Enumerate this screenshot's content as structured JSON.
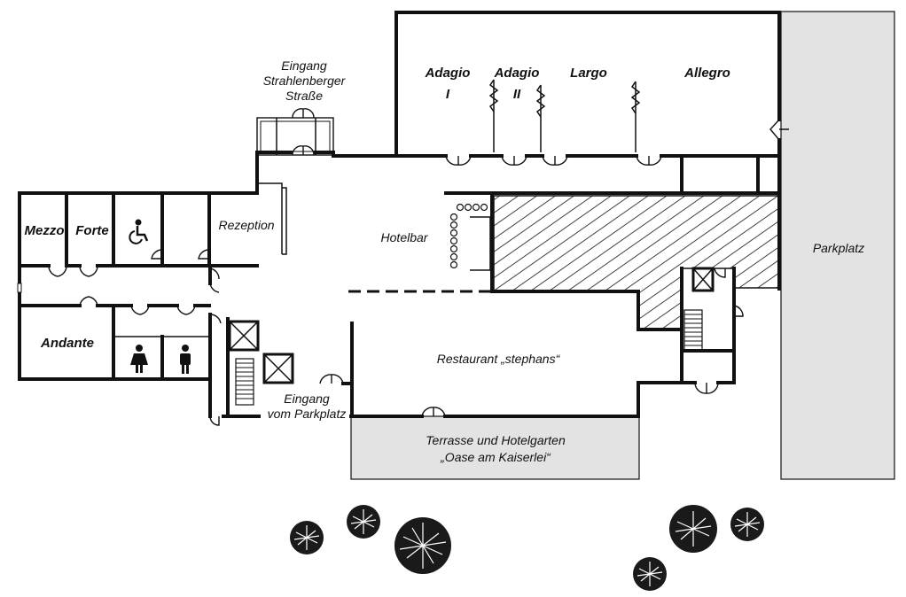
{
  "rooms": {
    "adagio1": "Adagio",
    "adagio1_num": "I",
    "adagio2": "Adagio",
    "adagio2_num": "II",
    "largo": "Largo",
    "allegro": "Allegro",
    "mezzo": "Mezzo",
    "forte": "Forte",
    "rezeption": "Rezeption",
    "hotelbar": "Hotelbar",
    "andante": "Andante",
    "restaurant": "Restaurant „stephans“",
    "terrasse_1": "Terrasse und Hotelgarten",
    "terrasse_2": "„Oase am Kaiserlei“",
    "parkplatz": "Parkplatz"
  },
  "entrances": {
    "north_1": "Eingang",
    "north_2": "Strahlenberger",
    "north_3": "Straße",
    "south_1": "Eingang",
    "south_2": "vom Parkplatz"
  },
  "icons": [
    "wheelchair-icon",
    "female-wc-icon",
    "male-wc-icon",
    "stairs-icon",
    "elevator-icon",
    "tree-icon",
    "bar-stool-icon"
  ],
  "colors": {
    "walls": "#111111",
    "terrace": "#e3e3e3",
    "parking": "#e3e3e3",
    "background": "#ffffff"
  }
}
